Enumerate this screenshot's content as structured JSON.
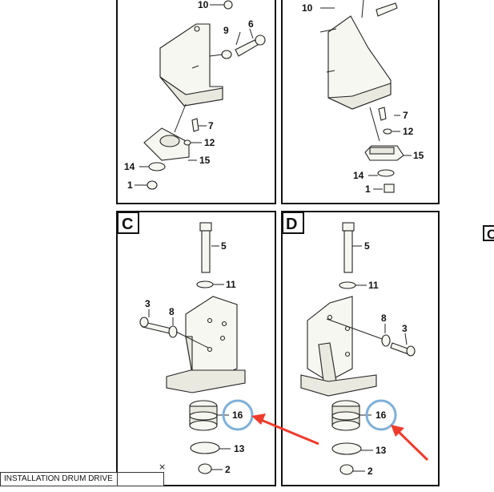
{
  "panels": {
    "top_left": {
      "callouts": {
        "c10": "10",
        "c9": "9",
        "c6": "6",
        "c7": "7",
        "c12": "12",
        "c14": "14",
        "c15": "15",
        "c1": "1"
      }
    },
    "top_right": {
      "callouts": {
        "c10": "10",
        "c7": "7",
        "c12": "12",
        "c15": "15",
        "c14": "14",
        "c1": "1"
      }
    },
    "C": {
      "letter": "C",
      "callouts": {
        "c5": "5",
        "c11": "11",
        "c3": "3",
        "c8": "8",
        "c16": "16",
        "c13": "13",
        "c2": "2"
      }
    },
    "D": {
      "letter": "D",
      "callouts": {
        "c5": "5",
        "c11": "11",
        "c8": "8",
        "c3": "3",
        "c16": "16",
        "c13": "13",
        "c2": "2"
      }
    }
  },
  "partial_label": "C",
  "caption": {
    "text": "INSTALLATION DRUM DRIVE",
    "close": "×"
  },
  "colors": {
    "highlight_circle": "#7fb0d8",
    "arrow": "#ef3b2c"
  }
}
